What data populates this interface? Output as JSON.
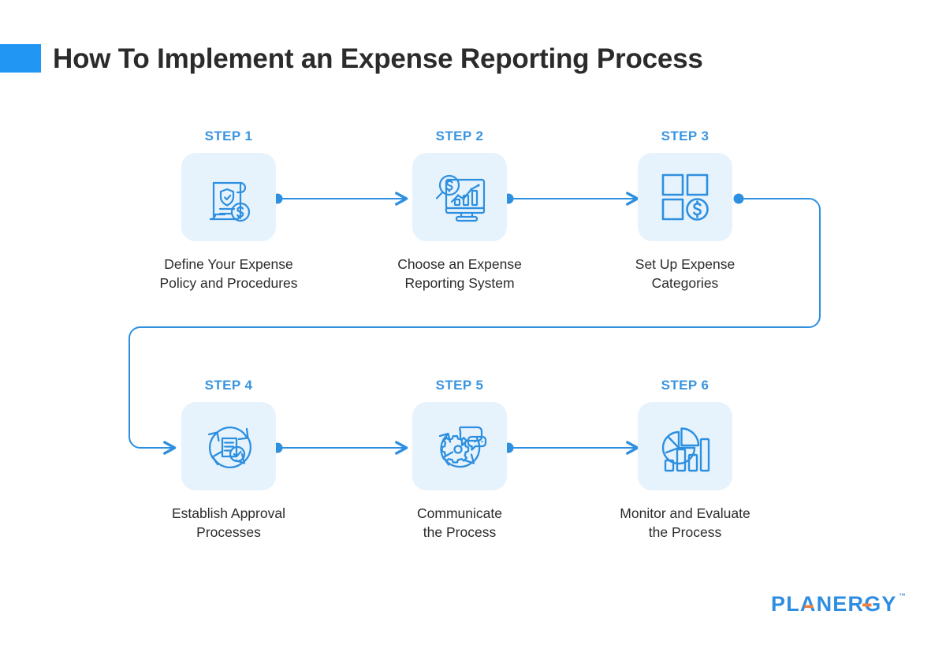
{
  "header": {
    "title": "How To Implement an Expense Reporting Process",
    "accent_color": "#2196f3"
  },
  "theme": {
    "step_label_color": "#3a94e0",
    "tile_bg": "#e7f3fc",
    "icon_stroke": "#2d8fe0",
    "connector_color": "#2d8fe0",
    "body_text_color": "#2b2b2b"
  },
  "steps": [
    {
      "label": "STEP 1",
      "title": "Define Your Expense\nPolicy and Procedures",
      "icon": "document-shield-dollar-icon"
    },
    {
      "label": "STEP 2",
      "title": "Choose an Expense\nReporting System",
      "icon": "monitor-chart-magnifier-dollar-icon"
    },
    {
      "label": "STEP 3",
      "title": "Set Up Expense\nCategories",
      "icon": "squares-grid-dollar-icon"
    },
    {
      "label": "STEP 4",
      "title": "Establish Approval\nProcesses",
      "icon": "cycle-checklist-approved-icon"
    },
    {
      "label": "STEP 5",
      "title": "Communicate\nthe Process",
      "icon": "cycle-gear-speech-bubbles-icon"
    },
    {
      "label": "STEP 6",
      "title": "Monitor and Evaluate\nthe Process",
      "icon": "pie-bar-chart-icon"
    }
  ],
  "connectors": [
    {
      "name": "step1-to-step2",
      "style": "straight-arrow"
    },
    {
      "name": "step2-to-step3",
      "style": "straight-arrow"
    },
    {
      "name": "step3-to-step4",
      "style": "wrap-around-arrow"
    },
    {
      "name": "step4-to-step5",
      "style": "straight-arrow"
    },
    {
      "name": "step5-to-step6",
      "style": "straight-arrow"
    }
  ],
  "logo": {
    "text": "PLANERGY",
    "trademark": "™",
    "primary_color": "#2f8ee0",
    "accent_color": "#f2803c"
  }
}
